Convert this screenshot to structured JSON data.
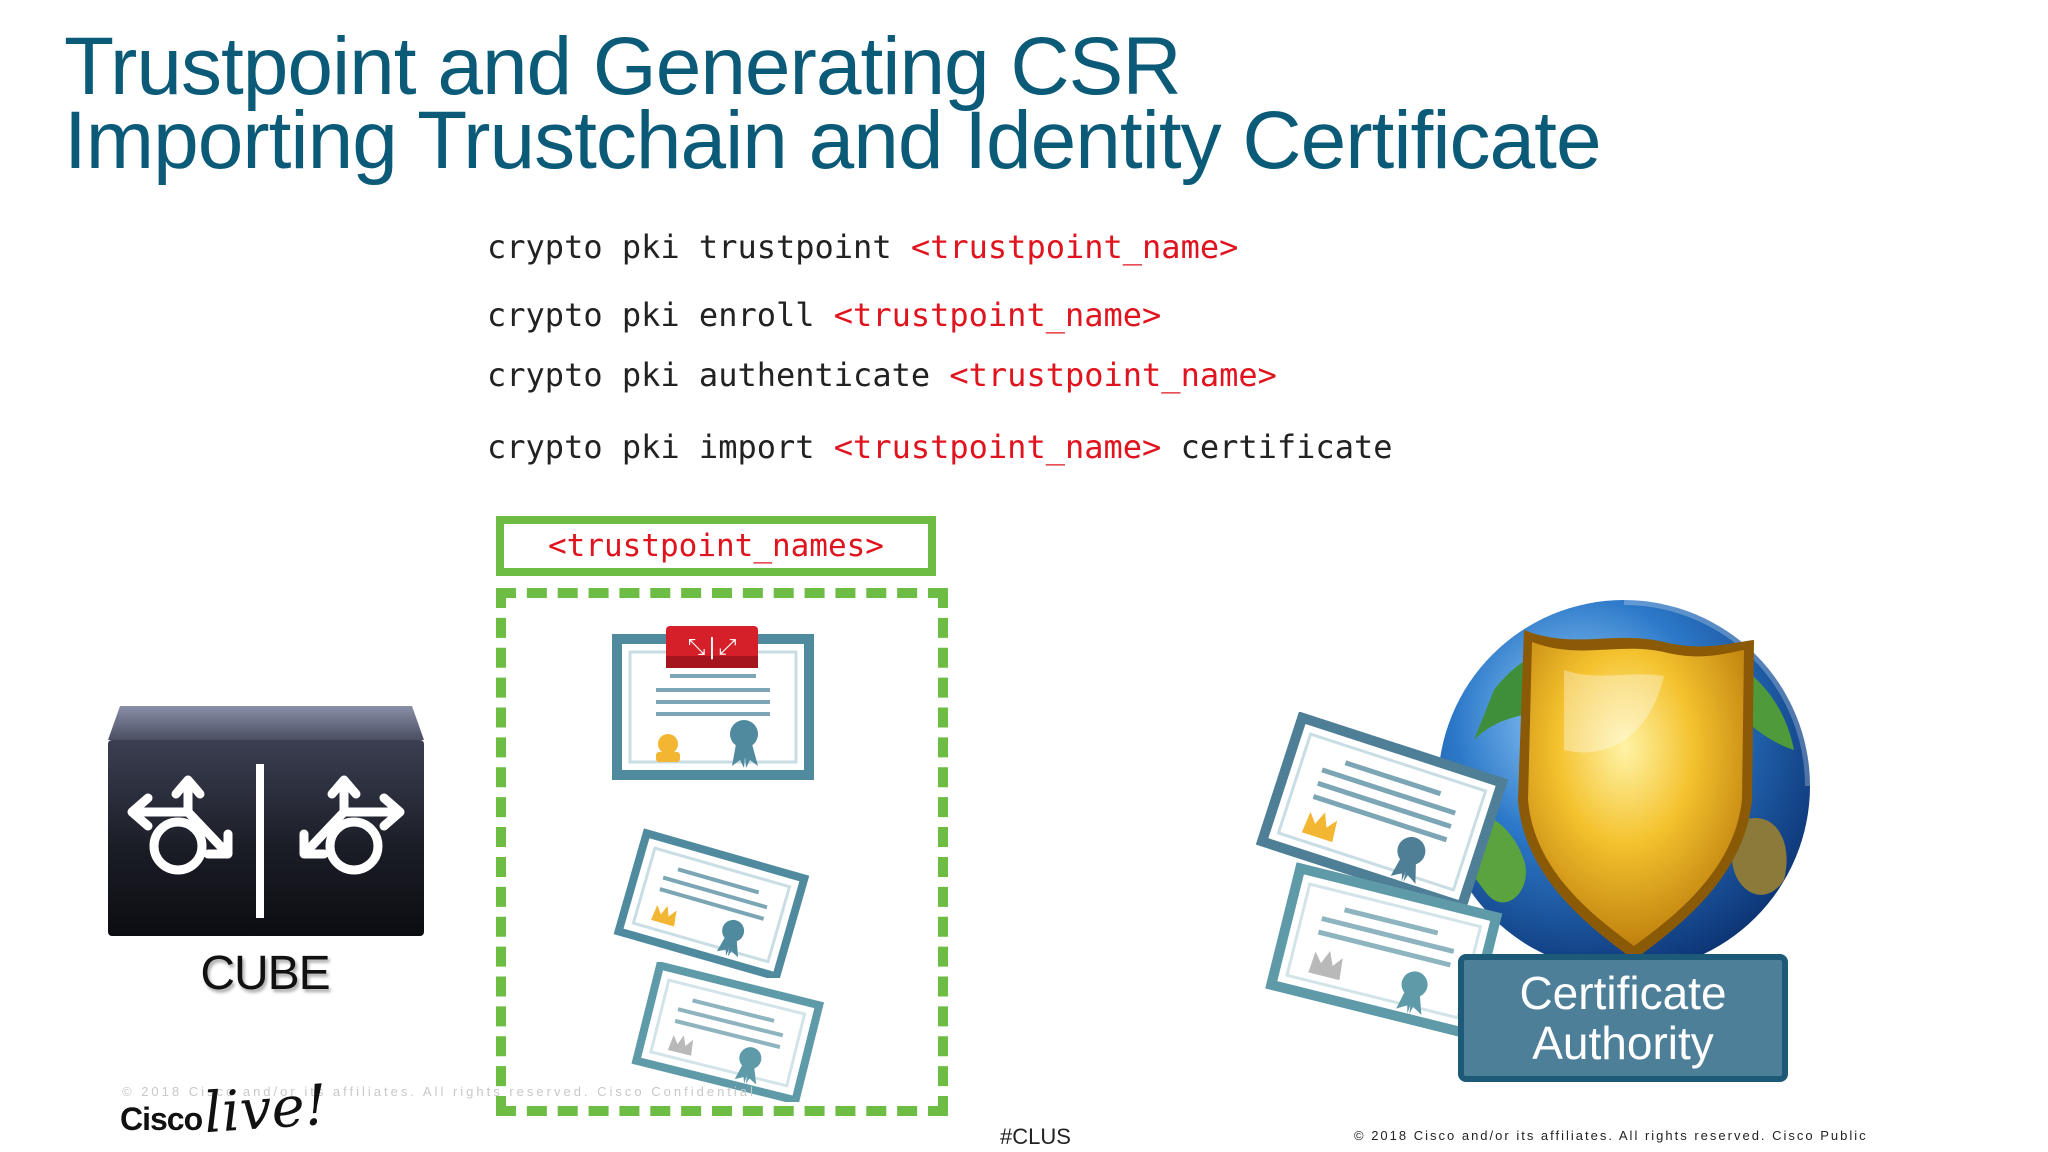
{
  "title": {
    "line1": "Trustpoint and Generating CSR",
    "line2": "Importing Trustchain and Identity Certificate"
  },
  "commands": [
    {
      "prefix": "crypto pki trustpoint ",
      "arg": "<trustpoint_name>",
      "suffix": ""
    },
    {
      "prefix": "crypto pki enroll ",
      "arg": "<trustpoint_name>",
      "suffix": ""
    },
    {
      "prefix": "crypto pki authenticate ",
      "arg": "<trustpoint_name>",
      "suffix": ""
    },
    {
      "prefix": "crypto pki import ",
      "arg": "<trustpoint_name>",
      "suffix": " certificate"
    }
  ],
  "trustpoint_box": {
    "label": "<trustpoint_names>"
  },
  "cube": {
    "label": "CUBE"
  },
  "ca": {
    "line1": "Certificate",
    "line2": "Authority"
  },
  "footer": {
    "hashtag": "#CLUS",
    "copyright": "© 2018 Cisco and/or its affiliates. All rights reserved. Cisco Public",
    "copyright_ghost": "© 2018 Cisco and/or its affiliates. All rights reserved. Cisco Confidential",
    "logo_text": "Cisco",
    "logo_live": "live!"
  },
  "colors": {
    "title": "#0a5a78",
    "arg": "#e0141e",
    "green_border": "#6dbd45",
    "ca_fill": "#4e7f98",
    "ca_border": "#1c5a78",
    "cert_teal": "#4f8a9e"
  }
}
